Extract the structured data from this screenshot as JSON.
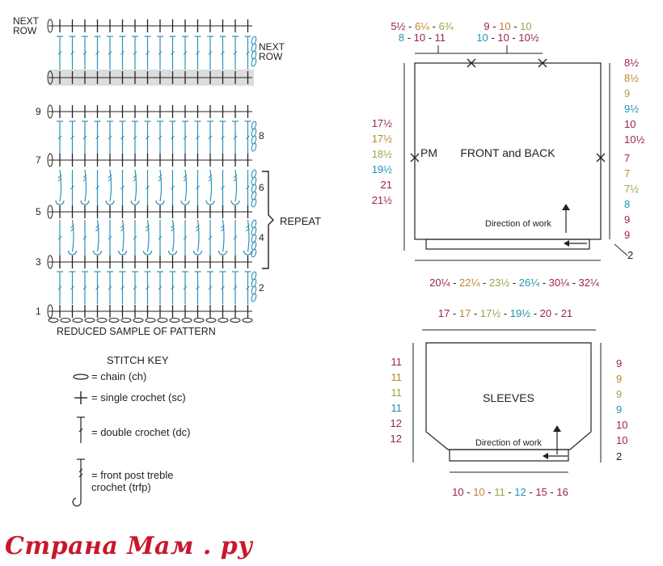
{
  "colors": {
    "dark_red": "#9b2257",
    "gold": "#b9862f",
    "olive": "#a3a046",
    "teal": "#1f93b3",
    "chart_blue": "#2e8fb8",
    "ink": "#222222",
    "shade": "#dddddd",
    "watermark_red": "#c8182c"
  },
  "chart": {
    "next_row_left": "NEXT\nROW",
    "next_row_right": "NEXT\nROW",
    "row_numbers_left": [
      "9",
      "7",
      "5",
      "3",
      "1"
    ],
    "row_numbers_right": [
      "8",
      "6",
      "4",
      "2"
    ],
    "repeat_label": "REPEAT",
    "caption": "REDUCED SAMPLE OF PATTERN"
  },
  "stitch_key": {
    "title": "STITCH KEY",
    "items": [
      {
        "icon": "chain-symbol-icon",
        "text": "= chain (ch)"
      },
      {
        "icon": "single-crochet-symbol-icon",
        "text": "= single crochet (sc)"
      },
      {
        "icon": "double-crochet-symbol-icon",
        "text": "= double crochet (dc)"
      },
      {
        "icon": "front-post-treble-symbol-icon",
        "text": "= front post treble\ncrochet (trfp)"
      }
    ]
  },
  "front_back": {
    "title": "FRONT and BACK",
    "pm": "PM",
    "direction": "Direction of work",
    "top_left": [
      [
        "5½",
        "6¼",
        "6¾"
      ],
      [
        "8",
        "10",
        "11"
      ]
    ],
    "top_right": [
      [
        "9",
        "10",
        "10"
      ],
      [
        "10",
        "10",
        "10½"
      ]
    ],
    "left": [
      "17½",
      "17½",
      "18½",
      "19½",
      "21",
      "21½"
    ],
    "right_top": [
      "8½",
      "8½",
      "9",
      "9½",
      "10",
      "10½"
    ],
    "right_bottom": [
      "7",
      "7",
      "7½",
      "8",
      "9",
      "9"
    ],
    "ribbing": "2",
    "bottom": [
      "20¼",
      "22¼",
      "23½",
      "26¼",
      "30¼",
      "32¼"
    ]
  },
  "sleeves": {
    "title": "SLEEVES",
    "direction": "Direction of work",
    "top": [
      "17",
      "17",
      "17½",
      "19½",
      "20",
      "21"
    ],
    "left": [
      "11",
      "11",
      "11",
      "11",
      "12",
      "12"
    ],
    "right": [
      "9",
      "9",
      "9",
      "9",
      "10",
      "10"
    ],
    "ribbing": "2",
    "bottom": [
      "10",
      "10",
      "11",
      "12",
      "15",
      "16"
    ]
  },
  "size_colors": [
    "dark_red",
    "gold",
    "olive",
    "teal",
    "dark_red",
    "dark_red"
  ],
  "watermark": "Страна Мам . ру"
}
